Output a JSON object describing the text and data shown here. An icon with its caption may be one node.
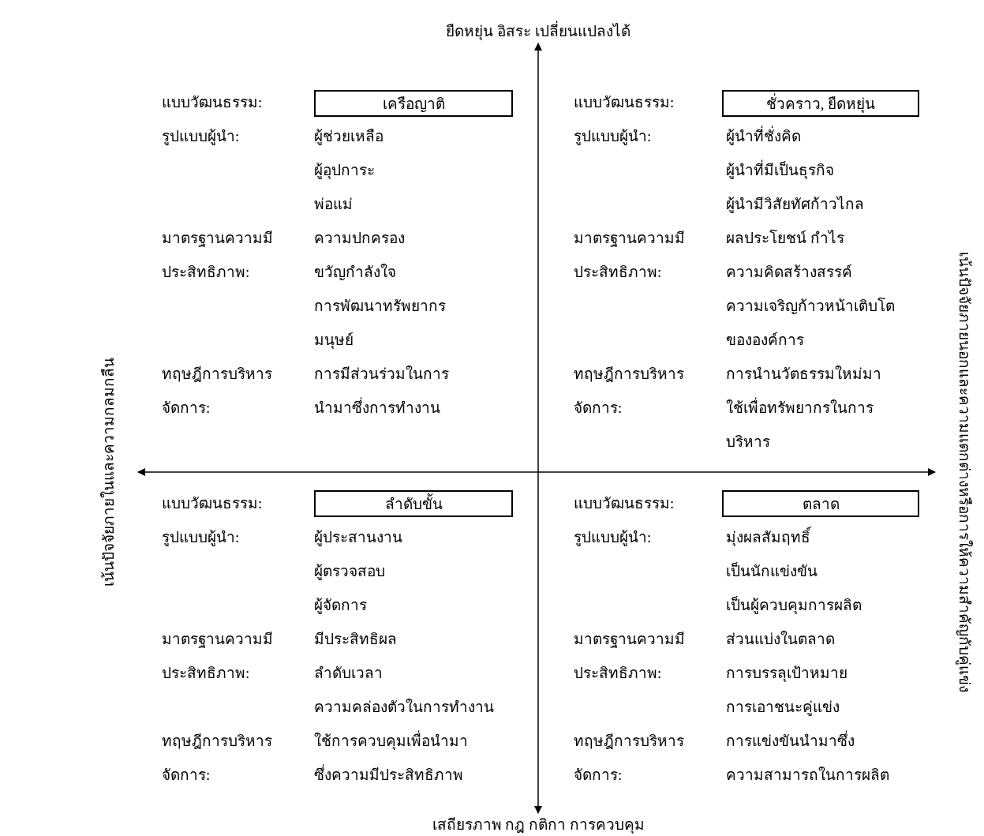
{
  "diagram": {
    "nodes": [
      {
        "text": [
          "เครือญาติ"
        ]
      },
      {
        "text": [
          "ชั่วคราว, ยืดหยุ่น"
        ]
      },
      {
        "text": [
          "ลำดับขั้น"
        ]
      },
      {
        "text": [
          "ตลาด"
        ]
      }
    ],
    "labels": [
      "ยืดหยุ่น อิสระ เปลี่ยนแปลงได้",
      "เน้นปัจจัยภายในและความกลมกลืน",
      "เน้นปัจจัยภายนอกและความแตกต่างหรือการให้ความสำคัญกับคู่แข่ง",
      "แบบวัฒนธรรม:",
      "รูปแบบผู้นำ:",
      "ผู้ช่วยเหลือ",
      "ผู้อุปการะ",
      "พ่อแม่",
      "มาตรฐานความมี",
      "ความปกครอง",
      "ประสิทธิภาพ:",
      "ขวัญกำลังใจ",
      "การพัฒนาทรัพยากร",
      "มนุษย์",
      "ทฤษฎีการบริหาร",
      "การมีส่วนร่วมในการ",
      "จัดการ:",
      "นำมาซึ่งการทำงาน",
      "แบบวัฒนธรรม:",
      "รูปแบบผู้นำ:",
      "ผู้นำที่ชั่งคิด",
      "ผู้นำที่มีเป็นธุรกิจ",
      "ผู้นำมีวิสัยทัศก้าวไกล",
      "มาตรฐานความมี",
      "ผลประโยชน์ กำไร",
      "ประสิทธิภาพ:",
      "ความคิดสร้างสรรค์",
      "ความเจริญก้าวหน้าเติบโต",
      "ขององค์การ",
      "ทฤษฎีการบริหาร",
      "การนำนวัตธรรมใหม่มา",
      "จัดการ:",
      "ใช้เพื่อทรัพยากรในการ",
      "บริหาร",
      "แบบวัฒนธรรม:",
      "รูปแบบผู้นำ:",
      "ผู้ประสานงาน",
      "ผู้ตรวจสอบ",
      "ผู้จัดการ",
      "มาตรฐานความมี",
      "มีประสิทธิผล",
      "ประสิทธิภาพ:",
      "ลำดับเวลา",
      "ความคล่องตัวในการทำงาน",
      "ทฤษฎีการบริหาร",
      "ใช้การควบคุมเพื่อนำมา",
      "จัดการ:",
      "ซึ่งความมีประสิทธิภาพ",
      "แบบวัฒนธรรม:",
      "รูปแบบผู้นำ:",
      "มุ่งผลสัมฤทธิ์",
      "เป็นนักแข่งขัน",
      "เป็นผู้ควบคุมการผลิต",
      "มาตรฐานความมี",
      "ส่วนแบ่งในตลาด",
      "ประสิทธิภาพ:",
      "การบรรลุเป้าหมาย",
      "การเอาชนะคู่แข่ง",
      "ทฤษฎีการบริหาร",
      "การแข่งขันนำมาซึ่ง",
      "จัดการ:",
      "ความสามารถในการผลิต",
      "เสถียรภาพ กฎ กติกา การควบคุม"
    ]
  }
}
